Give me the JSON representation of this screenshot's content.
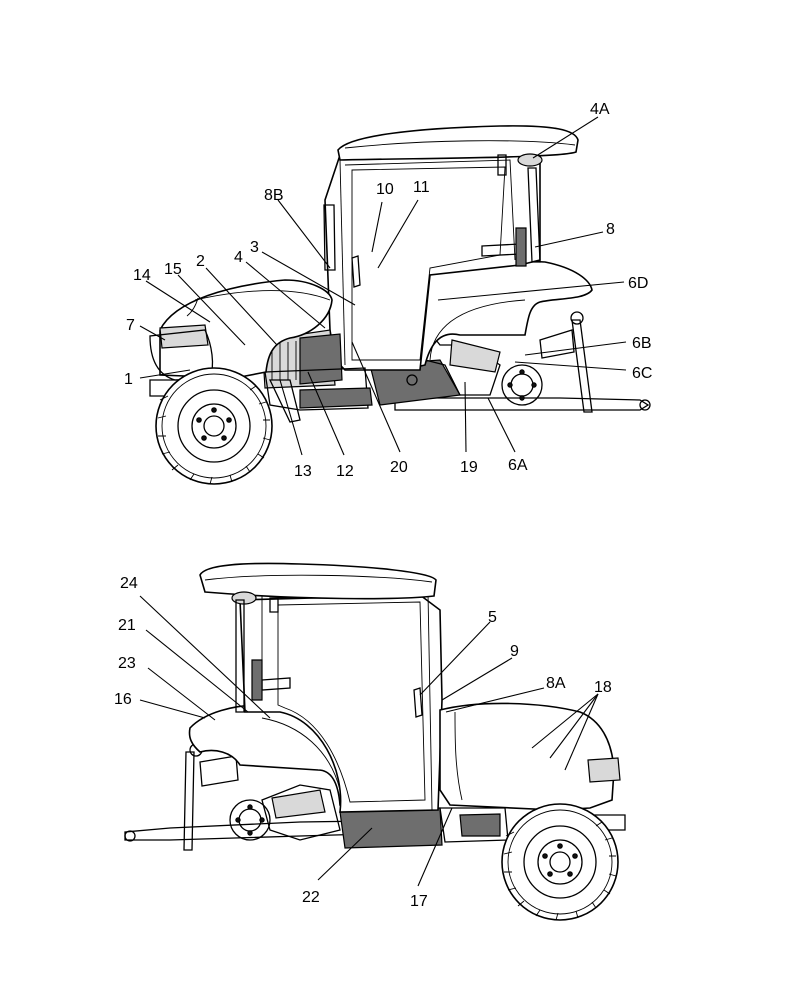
{
  "top_view": {
    "labels": [
      {
        "id": "1",
        "text": "1"
      },
      {
        "id": "2",
        "text": "2"
      },
      {
        "id": "3",
        "text": "3"
      },
      {
        "id": "4",
        "text": "4"
      },
      {
        "id": "4A",
        "text": "4A"
      },
      {
        "id": "6A",
        "text": "6A"
      },
      {
        "id": "6B",
        "text": "6B"
      },
      {
        "id": "6C",
        "text": "6C"
      },
      {
        "id": "6D",
        "text": "6D"
      },
      {
        "id": "7",
        "text": "7"
      },
      {
        "id": "8",
        "text": "8"
      },
      {
        "id": "8B",
        "text": "8B"
      },
      {
        "id": "10",
        "text": "10"
      },
      {
        "id": "11",
        "text": "11"
      },
      {
        "id": "12",
        "text": "12"
      },
      {
        "id": "13",
        "text": "13"
      },
      {
        "id": "14",
        "text": "14"
      },
      {
        "id": "15",
        "text": "15"
      },
      {
        "id": "19",
        "text": "19"
      },
      {
        "id": "20",
        "text": "20"
      }
    ]
  },
  "bottom_view": {
    "labels": [
      {
        "id": "5",
        "text": "5"
      },
      {
        "id": "8A",
        "text": "8A"
      },
      {
        "id": "9",
        "text": "9"
      },
      {
        "id": "16",
        "text": "16"
      },
      {
        "id": "17",
        "text": "17"
      },
      {
        "id": "18",
        "text": "18"
      },
      {
        "id": "21",
        "text": "21"
      },
      {
        "id": "22",
        "text": "22"
      },
      {
        "id": "23",
        "text": "23"
      },
      {
        "id": "24",
        "text": "24"
      }
    ]
  }
}
